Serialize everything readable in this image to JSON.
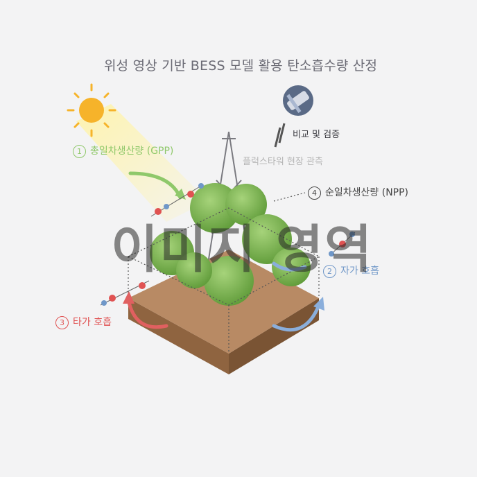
{
  "title": "위성 영상 기반 BESS 모델 활용 탄소흡수량 산정",
  "labels": {
    "gpp": {
      "num": "1",
      "text": "총일차생산량 (GPP)"
    },
    "autotrophic": {
      "num": "2",
      "text": "자가 호흡"
    },
    "heterotrophic": {
      "num": "3",
      "text": "타가 호흡"
    },
    "npp": {
      "num": "4",
      "text": "순일차생산량 (NPP)"
    },
    "validation": "비교 및 검증",
    "fluxtower": "플럭스타워 현장 관측"
  },
  "watermark": "이미지 영역",
  "colors": {
    "gpp": "#8fc86a",
    "autotrophic": "#6f97c8",
    "heterotrophic": "#e05252",
    "sun": "#f6b32a",
    "soil": "#b88a64",
    "tree": "#77b048"
  },
  "icons": [
    "sun-icon",
    "satellite-icon",
    "flux-tower-icon",
    "co2-molecule-icon"
  ]
}
